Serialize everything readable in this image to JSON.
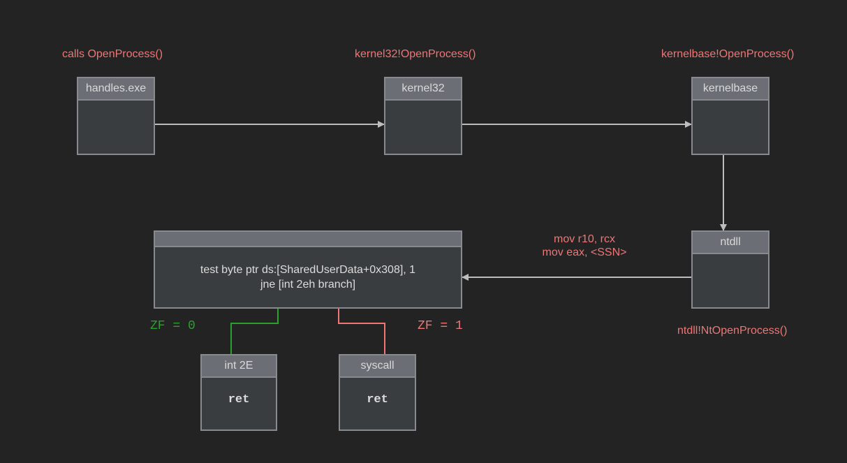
{
  "colors": {
    "background": "#232323",
    "box_fill": "#3a3d40",
    "box_header": "#6b6f75",
    "box_border": "#878a8e",
    "annotation": "#f07575",
    "zf_zero": "#2ca02c",
    "zf_one": "#f07575",
    "arrow": "#bdbdbd"
  },
  "annotations": {
    "calls": "calls OpenProcess()",
    "kernel32": "kernel32!OpenProcess()",
    "kernelbase": "kernelbase!OpenProcess()",
    "ntdll": "ntdll!NtOpenProcess()",
    "mov_r10": "mov r10, rcx",
    "mov_eax": "mov eax, <SSN>"
  },
  "nodes": {
    "handles": {
      "title": "handles.exe"
    },
    "kernel32": {
      "title": "kernel32"
    },
    "kernelbase": {
      "title": "kernelbase"
    },
    "ntdll": {
      "title": "ntdll"
    },
    "check": {
      "title": "",
      "line1": "test byte ptr ds:[SharedUserData+0x308], 1",
      "line2": "jne [int 2eh branch]"
    },
    "int2e": {
      "title": "int 2E",
      "body": "ret"
    },
    "syscall": {
      "title": "syscall",
      "body": "ret"
    }
  },
  "flags": {
    "zf0": "ZF = 0",
    "zf1": "ZF = 1"
  }
}
